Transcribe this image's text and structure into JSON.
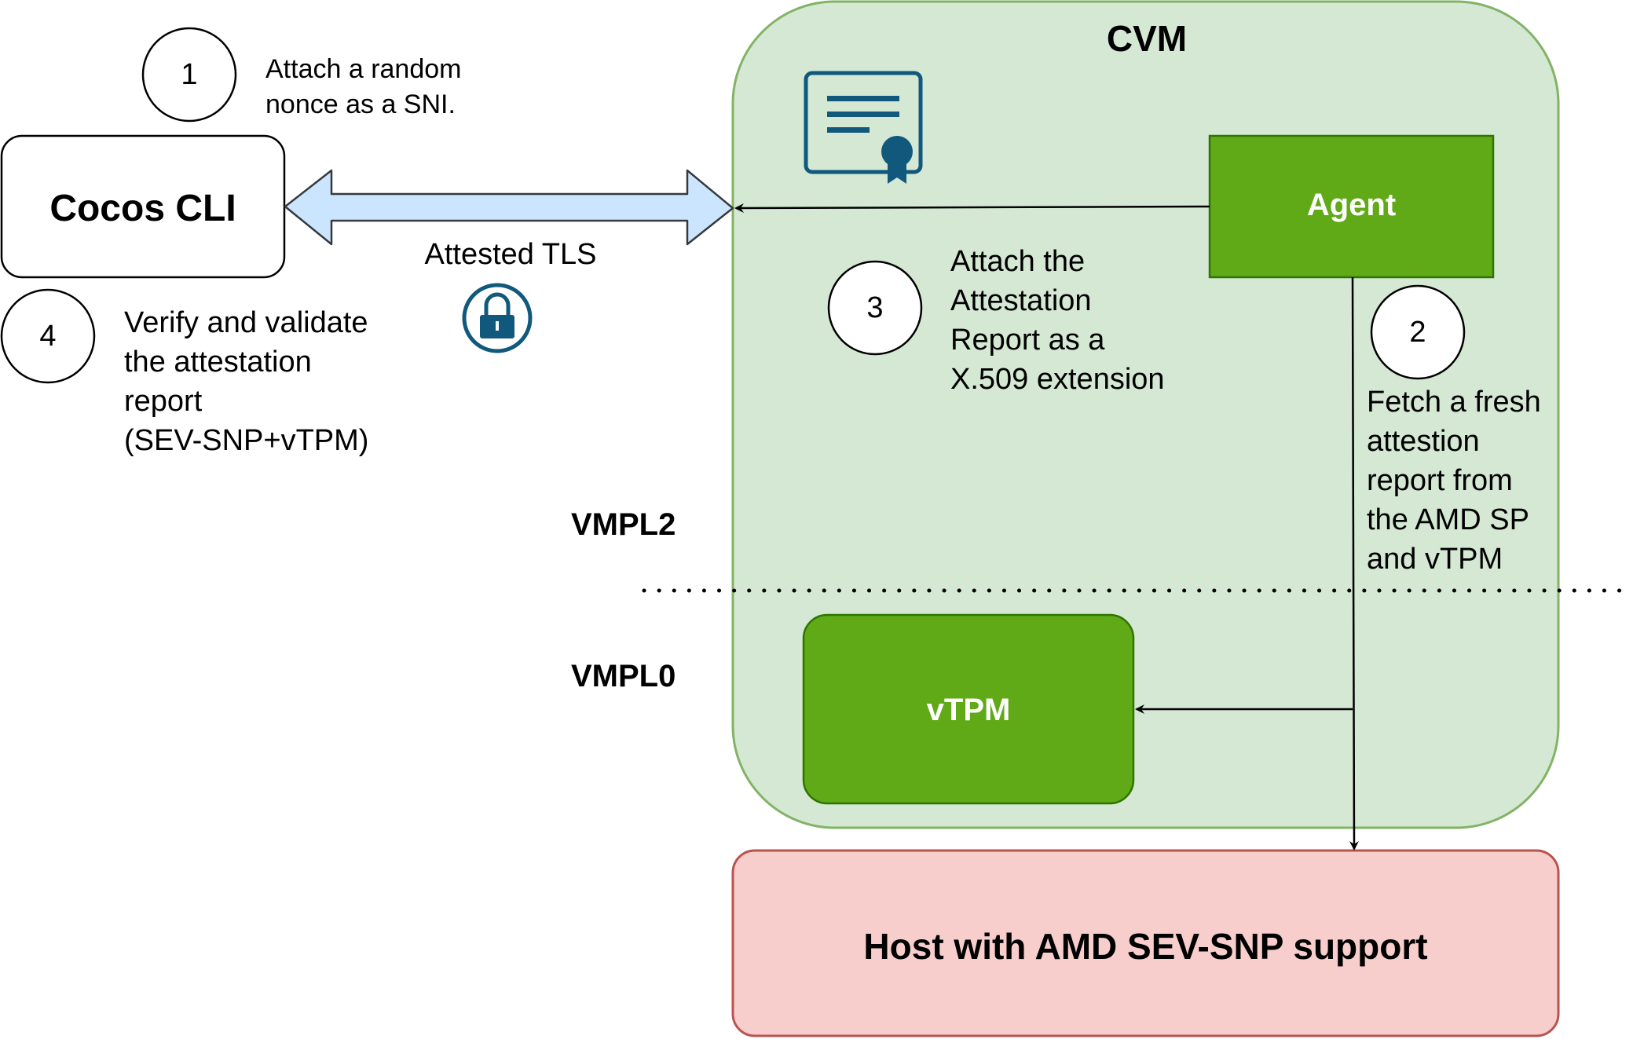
{
  "cvm": {
    "title": "CVM"
  },
  "agent": {
    "label": "Agent"
  },
  "vtpm": {
    "label": "vTPM"
  },
  "host": {
    "label": "Host with AMD SEV-SNP support"
  },
  "cli": {
    "label": "Cocos CLI"
  },
  "channel": {
    "label": "Attested TLS"
  },
  "levels": {
    "upper": "VMPL2",
    "lower": "VMPL0"
  },
  "steps": [
    {
      "number": "1",
      "text": "Attach a random\nnonce as a SNI."
    },
    {
      "number": "2",
      "text": "Fetch a fresh\nattestion\nreport from\nthe AMD SP\nand vTPM"
    },
    {
      "number": "3",
      "text": "Attach the\nAttestation\nReport as a\nX.509 extension"
    },
    {
      "number": "4",
      "text": "Verify and validate\nthe attestation\nreport\n(SEV-SNP+vTPM)"
    }
  ],
  "icons": {
    "certificate": "certificate-icon",
    "lock": "lock-icon"
  },
  "colors": {
    "cvm_fill": "#d5e8d4",
    "cvm_stroke": "#82b366",
    "green_box": "#60a917",
    "green_stroke": "#2d7600",
    "host_fill": "#f8cecc",
    "host_stroke": "#b85450",
    "arrow_fill": "#cce5ff",
    "icon_color": "#10597c"
  }
}
